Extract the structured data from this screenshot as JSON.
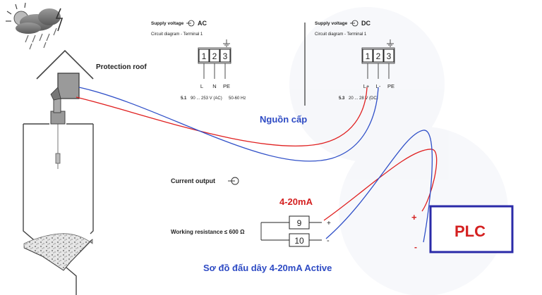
{
  "silo": {
    "roof_label": "Protection roof"
  },
  "ac_supply": {
    "title": "Supply voltage",
    "type": "AC",
    "circuit": "Circuit diagram - Terminal 1",
    "terminals": [
      "1",
      "2",
      "3"
    ],
    "pins": [
      "L",
      "N",
      "PE"
    ],
    "note_id": "5.1",
    "note_voltage": "90 ... 253 V (AC)",
    "note_freq": "50-60 Hz"
  },
  "dc_supply": {
    "title": "Supply voltage",
    "type": "DC",
    "circuit": "Circuit diagram - Terminal 1",
    "terminals": [
      "1",
      "2",
      "3"
    ],
    "pins": [
      "L+",
      "L-",
      "PE"
    ],
    "note_id": "5.3",
    "note_voltage": "20 ... 28 V (DC)"
  },
  "power_label": "Nguồn cấp",
  "current_output": {
    "label": "Current output",
    "range": "4-20mA",
    "terminals": [
      "9",
      "10"
    ],
    "polarity": [
      "+",
      "-"
    ],
    "resistance": "Working resistance ≤ 600 Ω"
  },
  "plc": {
    "label": "PLC",
    "plus": "+",
    "minus": "-"
  },
  "caption": "Sơ đồ đấu dây 4-20mA Active",
  "colors": {
    "red_wire": "#e02020",
    "blue_wire": "#3050c8",
    "label_blue": "#2e4bc4",
    "label_red": "#d42020",
    "plc_border": "#2a2aa8"
  }
}
